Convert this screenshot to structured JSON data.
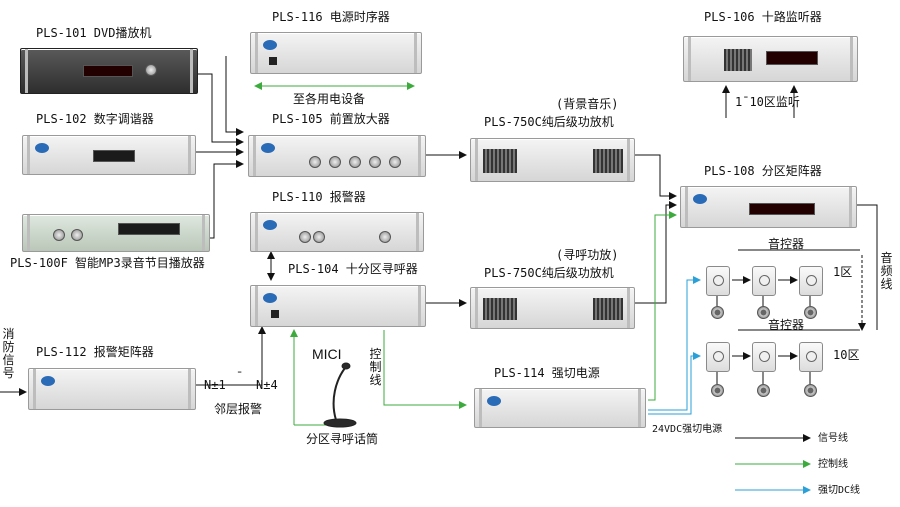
{
  "devices": {
    "dvd": "PLS-101 DVD播放机",
    "tuner": "PLS-102 数字调谐器",
    "mp3": "PLS-100F 智能MP3录音节目播放器",
    "alarm_matrix": "PLS-112 报警矩阵器",
    "sequencer": "PLS-116 电源时序器",
    "preamp": "PLS-105 前置放大器",
    "alarm": "PLS-110 报警器",
    "pager": "PLS-104 十分区寻呼器",
    "amp_bg": "PLS-750C纯后级功放机",
    "amp_page": "PLS-750C纯后级功放机",
    "power_cut": "PLS-114 强切电源",
    "monitor": "PLS-106 十路监听器",
    "matrix": "PLS-108 分区矩阵器"
  },
  "notes": {
    "all_power": "至各用电设备",
    "bg_music": "(背景音乐)",
    "paging_amp": "(寻呼功放)",
    "monitor_zones": "1¯10区监听",
    "fire_signal": "消防信号",
    "n_range_a": "N±1",
    "n_dash": "¯",
    "n_range_b": "N±4",
    "neighbor_alarm": "邻层报警",
    "mic_model": "MICI",
    "mic_name": "分区寻呼话筒",
    "control_line": "控制线",
    "audio_line": "音频线",
    "volume_1": "音控器",
    "volume_2": "音控器",
    "zone_1": "1区",
    "zone_10": "10区",
    "dc24": "24VDC强切电源"
  },
  "legend": [
    {
      "label": "信号线",
      "color": "#111111"
    },
    {
      "label": "控制线",
      "color": "#3daa3d"
    },
    {
      "label": "强切DC线",
      "color": "#2aa0d8"
    }
  ],
  "colors": {
    "signal": "#111111",
    "control": "#3daa3d",
    "dc": "#2aa0d8"
  }
}
